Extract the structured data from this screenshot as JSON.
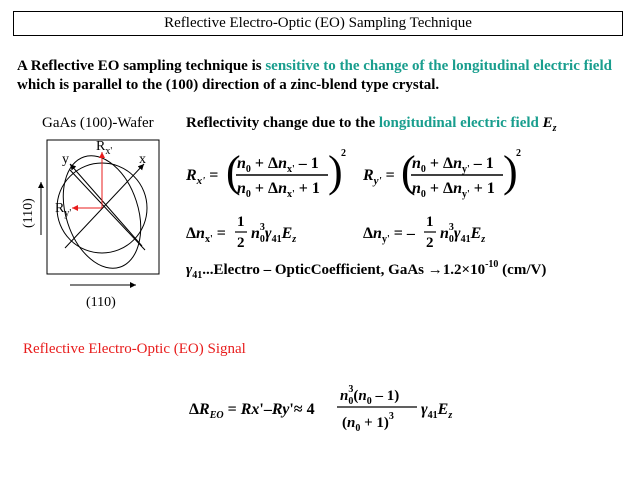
{
  "title": "Reflective Electro-Optic (EO) Sampling Technique",
  "intro": {
    "part1": "A Reflective EO sampling technique is ",
    "highlight": "sensitive to the change of the longitudinal electric field",
    "part2": " which is parallel to the (100) direction of a zinc-blend type crystal."
  },
  "wafer": {
    "label": "GaAs (100)-Wafer",
    "axis_y": "y",
    "axis_x": "x",
    "rx_label": "R",
    "rx_sub": "x'",
    "ry_label": "R",
    "ry_sub": "y'",
    "side_label": "(110)",
    "bottom_label": "(110)"
  },
  "reflectivity": {
    "prefix": "Reflectivity change due to the ",
    "highlight": "longitudinal electric field",
    "E": "E",
    "E_sub": "z"
  },
  "equations": {
    "coef_line": "γ41 ...Electro – OpticCoefficient, GaAs →1.2 ×10-10 (cm/V)",
    "coef_gamma": "γ",
    "coef_gamma_sub": "41",
    "coef_text": "...Electro – OpticCoefficient, GaAs ",
    "coef_arrow": "→",
    "coef_value": "1.2",
    "coef_times": "×10",
    "coef_exp": "-10",
    "coef_unit": " (cm/V)"
  },
  "signal": {
    "heading": "Reflective Electro-Optic (EO) Signal"
  },
  "colors": {
    "teal": "#199e8e",
    "red": "#e81c1c"
  }
}
